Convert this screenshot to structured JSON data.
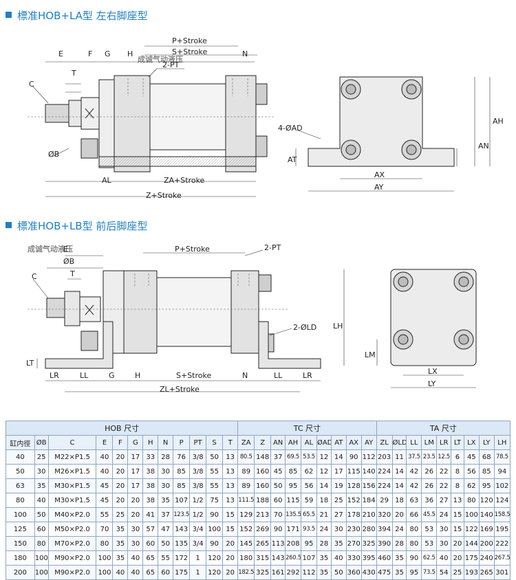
{
  "section1": {
    "title": "標准HOB+LA型  左右脚座型"
  },
  "section2": {
    "title": "標准HOB+LB型  前后脚座型"
  },
  "watermark": "成诚气动液压",
  "drawing1": {
    "labels": {
      "E": "E",
      "F": "F",
      "G": "G",
      "H": "H",
      "N": "N",
      "p_stroke": "P+Stroke",
      "s_stroke": "S+Stroke",
      "pt": "2-PT",
      "T": "T",
      "C": "C",
      "B": "ØB",
      "AL": "AL",
      "za_stroke": "ZA+Stroke",
      "z_stroke": "Z+Stroke",
      "AD": "4-ØAD",
      "AT": "AT",
      "AX": "AX",
      "AY": "AY",
      "AN": "AN",
      "AH": "AH"
    }
  },
  "drawing2": {
    "labels": {
      "E": "E",
      "B": "ØB",
      "T": "T",
      "C": "C",
      "p_stroke": "P+Stroke",
      "pt": "2-PT",
      "LD": "2-ØLD",
      "LT": "LT",
      "LR": "LR",
      "LL": "LL",
      "G": "G",
      "H": "H",
      "s_stroke": "S+Stroke",
      "N": "N",
      "zl_stroke": "ZL+Stroke",
      "LH": "LH",
      "LM": "LM",
      "LX": "LX",
      "LY": "LY"
    }
  },
  "table": {
    "groups": [
      {
        "label": "HOB 尺寸",
        "span": 13
      },
      {
        "label": "TC 尺寸",
        "span": 9
      },
      {
        "label": "TA 尺寸",
        "span": 10
      }
    ],
    "columns": [
      "缸内徑",
      "ØB",
      "C",
      "E",
      "F",
      "G",
      "H",
      "N",
      "P",
      "PT",
      "S",
      "T",
      "ZA",
      "Z",
      "AN",
      "AH",
      "AL",
      "ØAD",
      "AT",
      "AX",
      "AY",
      "ZL",
      "ØLD",
      "LL",
      "LM",
      "LR",
      "LT",
      "LX",
      "LY",
      "LH"
    ],
    "rows": [
      [
        "40",
        "25",
        "M22×P1.5",
        "40",
        "20",
        "17",
        "33",
        "28",
        "76",
        "3/8",
        "50",
        "13",
        "80.5",
        "148",
        "37",
        "69.5",
        "53.5",
        "12",
        "14",
        "90",
        "112",
        "203",
        "11",
        "37.5",
        "23.5",
        "12.5",
        "6",
        "45",
        "68",
        "78.5"
      ],
      [
        "50",
        "30",
        "M26×P1.5",
        "40",
        "20",
        "17",
        "38",
        "30",
        "85",
        "3/8",
        "55",
        "13",
        "89",
        "160",
        "45",
        "85",
        "62",
        "12",
        "17",
        "115",
        "140",
        "224",
        "14",
        "42",
        "26",
        "22",
        "8",
        "56",
        "85",
        "94"
      ],
      [
        "63",
        "35",
        "M30×P1.5",
        "45",
        "20",
        "17",
        "38",
        "30",
        "85",
        "3/8",
        "55",
        "13",
        "89",
        "160",
        "50",
        "95",
        "56",
        "14",
        "19",
        "128",
        "156",
        "224",
        "14",
        "42",
        "26",
        "22",
        "8",
        "62",
        "95",
        "102"
      ],
      [
        "80",
        "40",
        "M30×P1.5",
        "45",
        "20",
        "20",
        "38",
        "35",
        "107",
        "1/2",
        "75",
        "13",
        "111.5",
        "188",
        "60",
        "115",
        "59",
        "18",
        "25",
        "152",
        "184",
        "29",
        "18",
        "63",
        "36",
        "27",
        "13",
        "80",
        "120",
        "124"
      ],
      [
        "100",
        "50",
        "M40×P2.0",
        "55",
        "25",
        "20",
        "41",
        "37",
        "123.5",
        "1/2",
        "90",
        "15",
        "129",
        "213",
        "70",
        "135.5",
        "65.5",
        "21",
        "27",
        "178",
        "210",
        "320",
        "20",
        "66",
        "45.5",
        "24",
        "15",
        "100",
        "140",
        "158.5"
      ],
      [
        "125",
        "60",
        "M50×P2.0",
        "70",
        "35",
        "30",
        "57",
        "47",
        "143",
        "3/4",
        "100",
        "15",
        "152",
        "269",
        "90",
        "171",
        "93.5",
        "24",
        "30",
        "230",
        "280",
        "394",
        "24",
        "80",
        "53",
        "30",
        "15",
        "122",
        "169",
        "195"
      ],
      [
        "150",
        "80",
        "M70×P2.0",
        "80",
        "35",
        "30",
        "60",
        "50",
        "135",
        "3/4",
        "90",
        "20",
        "145",
        "265",
        "113",
        "208",
        "95",
        "28",
        "35",
        "270",
        "325",
        "390",
        "28",
        "80",
        "53",
        "30",
        "20",
        "144",
        "200",
        "222"
      ],
      [
        "180",
        "100",
        "M90×P2.0",
        "100",
        "35",
        "40",
        "65",
        "55",
        "172",
        "1",
        "120",
        "20",
        "180",
        "315",
        "143",
        "260.5",
        "107",
        "35",
        "40",
        "330",
        "395",
        "460",
        "35",
        "90",
        "62.5",
        "40",
        "20",
        "175",
        "240",
        "267.5"
      ],
      [
        "200",
        "100",
        "M90×P2.0",
        "100",
        "40",
        "40",
        "65",
        "60",
        "175",
        "1",
        "120",
        "20",
        "182.5",
        "325",
        "161",
        "292",
        "112",
        "35",
        "50",
        "360",
        "430",
        "475",
        "35",
        "95",
        "73.5",
        "54",
        "25",
        "193",
        "265",
        "301"
      ]
    ]
  }
}
